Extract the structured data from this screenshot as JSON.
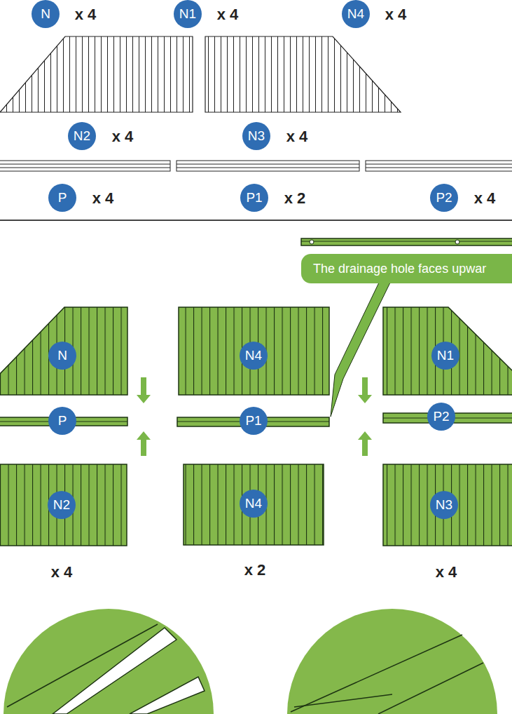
{
  "diagram": {
    "nodes": [
      {
        "text": [
          "N"
        ]
      },
      {
        "text": [
          "N1"
        ]
      },
      {
        "text": [
          "N4"
        ]
      },
      {
        "text": [
          "N2"
        ]
      },
      {
        "text": [
          "N3"
        ]
      },
      {
        "text": [
          "P"
        ]
      },
      {
        "text": [
          "P1"
        ]
      },
      {
        "text": [
          "P2"
        ]
      },
      {
        "text": [
          "The drainage hole faces upwar"
        ]
      },
      {
        "text": [
          "N"
        ]
      },
      {
        "text": [
          "N4"
        ]
      },
      {
        "text": [
          "N1"
        ]
      },
      {
        "text": [
          "P"
        ]
      },
      {
        "text": [
          "P1"
        ]
      },
      {
        "text": [
          "P2"
        ]
      },
      {
        "text": [
          "N2"
        ]
      },
      {
        "text": [
          "N4"
        ]
      },
      {
        "text": [
          "N3"
        ]
      }
    ],
    "labels": [
      "x 4",
      "x 4",
      "x 4",
      "x 4",
      "x 4",
      "x 4",
      "x 2",
      "x 4",
      "x 4",
      "x 2",
      "x 4"
    ]
  }
}
